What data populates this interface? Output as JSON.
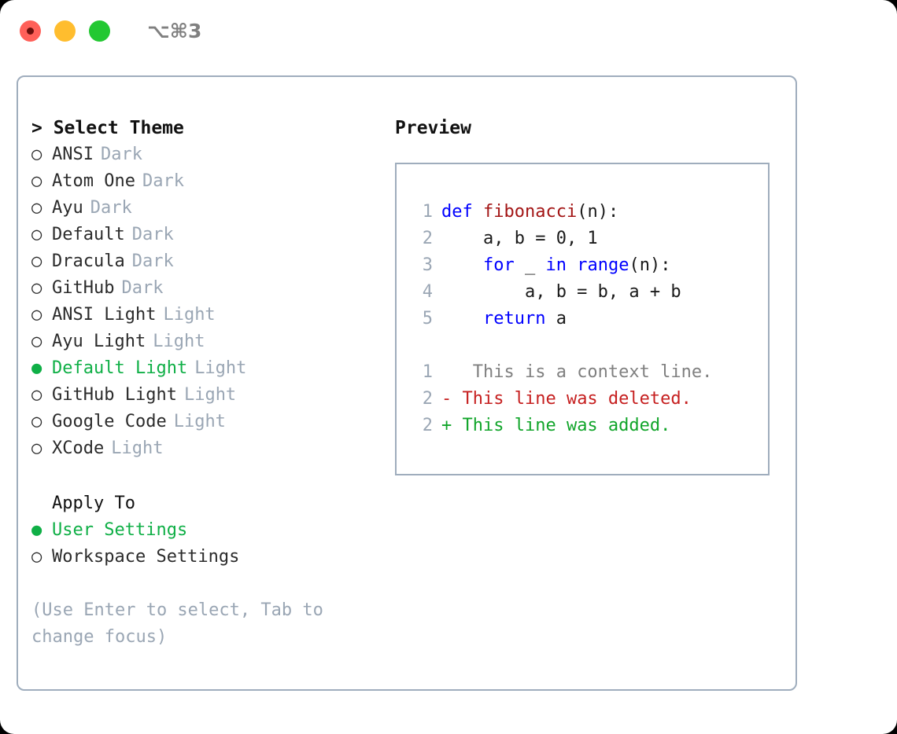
{
  "titlebar": {
    "shortcut": "⌥⌘3",
    "lights": [
      {
        "name": "close",
        "color": "#ff6059"
      },
      {
        "name": "minimize",
        "color": "#ffbd2e"
      },
      {
        "name": "maximize",
        "color": "#23c832"
      }
    ]
  },
  "accent_color": "#0faf46",
  "muted_color": "#9aa6b4",
  "border_color": "#9fadbd",
  "left": {
    "header": "> Select Theme",
    "themes": [
      {
        "marker": "○",
        "name": "ANSI",
        "kind": "Dark",
        "selected": false
      },
      {
        "marker": "○",
        "name": "Atom One",
        "kind": "Dark",
        "selected": false
      },
      {
        "marker": "○",
        "name": "Ayu",
        "kind": "Dark",
        "selected": false
      },
      {
        "marker": "○",
        "name": "Default",
        "kind": "Dark",
        "selected": false
      },
      {
        "marker": "○",
        "name": "Dracula",
        "kind": "Dark",
        "selected": false
      },
      {
        "marker": "○",
        "name": "GitHub",
        "kind": "Dark",
        "selected": false
      },
      {
        "marker": "○",
        "name": "ANSI Light",
        "kind": "Light",
        "selected": false
      },
      {
        "marker": "○",
        "name": "Ayu Light",
        "kind": "Light",
        "selected": false
      },
      {
        "marker": "●",
        "name": "Default Light",
        "kind": "Light",
        "selected": true
      },
      {
        "marker": "○",
        "name": "GitHub Light",
        "kind": "Light",
        "selected": false
      },
      {
        "marker": "○",
        "name": "Google Code",
        "kind": "Light",
        "selected": false
      },
      {
        "marker": "○",
        "name": "XCode",
        "kind": "Light",
        "selected": false
      }
    ],
    "apply_to": {
      "heading": "Apply To",
      "options": [
        {
          "marker": "●",
          "label": "User Settings",
          "selected": true
        },
        {
          "marker": "○",
          "label": "Workspace Settings",
          "selected": false
        }
      ]
    },
    "hint": "(Use Enter to select, Tab to change focus)"
  },
  "right": {
    "title": "Preview",
    "code": {
      "lines": [
        {
          "num": "1",
          "tokens": [
            {
              "t": "def ",
              "c": "kw"
            },
            {
              "t": "fibonacci",
              "c": "fn"
            },
            {
              "t": "(n):",
              "c": "plain"
            }
          ]
        },
        {
          "num": "2",
          "tokens": [
            {
              "t": "    a, b = 0, 1",
              "c": "plain"
            }
          ]
        },
        {
          "num": "3",
          "tokens": [
            {
              "t": "    ",
              "c": "plain"
            },
            {
              "t": "for",
              "c": "kw"
            },
            {
              "t": " _ ",
              "c": "plain"
            },
            {
              "t": "in",
              "c": "kw"
            },
            {
              "t": " ",
              "c": "plain"
            },
            {
              "t": "range",
              "c": "kw"
            },
            {
              "t": "(n):",
              "c": "plain"
            }
          ]
        },
        {
          "num": "4",
          "tokens": [
            {
              "t": "        a, b = b, a + b",
              "c": "plain"
            }
          ]
        },
        {
          "num": "5",
          "tokens": [
            {
              "t": "    ",
              "c": "plain"
            },
            {
              "t": "return",
              "c": "kw"
            },
            {
              "t": " a",
              "c": "plain"
            }
          ]
        }
      ]
    },
    "diff": {
      "lines": [
        {
          "num": "1",
          "sign": " ",
          "text": "  This is a context line.",
          "kind": "context"
        },
        {
          "num": "2",
          "sign": "-",
          "text": " This line was deleted.",
          "kind": "deleted"
        },
        {
          "num": "2",
          "sign": "+",
          "text": " This line was added.",
          "kind": "added"
        }
      ]
    }
  }
}
